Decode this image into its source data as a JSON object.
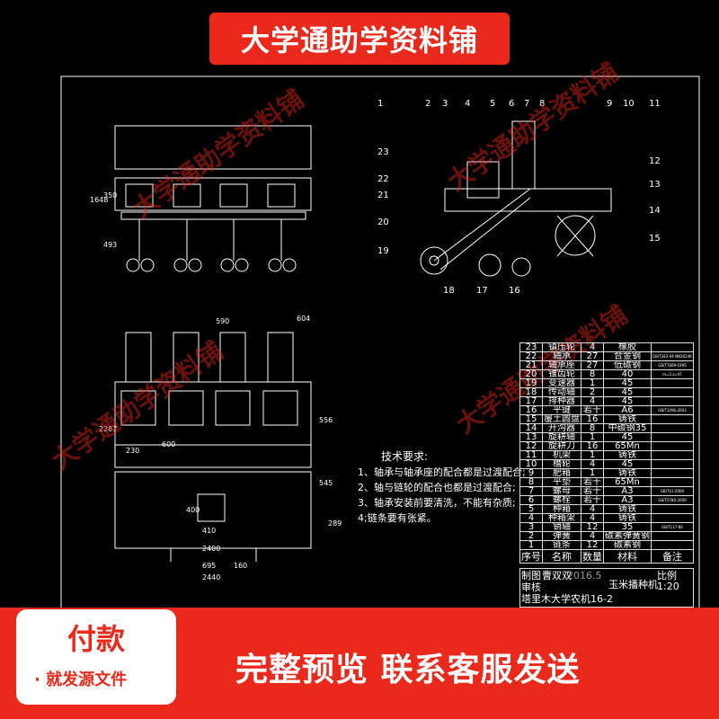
{
  "banner_top": "大学通助学资料铺",
  "watermark": "大学通助学资料铺",
  "colors": {
    "accent": "#e8291c",
    "background": "#000000",
    "lines": "#ffffff"
  },
  "drawing": {
    "leader_numbers": [
      "1",
      "2",
      "3",
      "4",
      "5",
      "6",
      "7",
      "8",
      "9",
      "10",
      "11",
      "12",
      "13",
      "14",
      "15",
      "16",
      "17",
      "18",
      "19",
      "20",
      "21",
      "22",
      "23"
    ],
    "dimensions": [
      "1648",
      "350",
      "493",
      "2287",
      "604",
      "590",
      "556",
      "600",
      "230",
      "545",
      "289",
      "400",
      "410",
      "2400",
      "695",
      "160",
      "2440"
    ]
  },
  "tech": {
    "title": "技术要求:",
    "items": [
      "1、轴承与轴承座的配合都是过渡配合;",
      "2、轴与链轮的配合也都是过渡配合;",
      "3、轴承安装前要清洗，不能有杂质;",
      "4;链条要有张紧。"
    ]
  },
  "parts": [
    {
      "no": "23",
      "name": "镇压轮",
      "qty": "4",
      "material": "橡胶",
      "note": ""
    },
    {
      "no": "22",
      "name": "轴承",
      "qty": "27",
      "material": "合金钢",
      "note": "GB/T283-94 NN3024K"
    },
    {
      "no": "21",
      "name": "轴承座",
      "qty": "27",
      "material": "低碳钢",
      "note": "GB/T7809-1995"
    },
    {
      "no": "20",
      "name": "锥齿轮",
      "qty": "8",
      "material": "40",
      "note": "m=2,z=47"
    },
    {
      "no": "19",
      "name": "变速器",
      "qty": "1",
      "material": "45",
      "note": ""
    },
    {
      "no": "18",
      "name": "传动轴",
      "qty": "2",
      "material": "45",
      "note": ""
    },
    {
      "no": "17",
      "name": "排种器",
      "qty": "4",
      "material": "45",
      "note": ""
    },
    {
      "no": "16",
      "name": "平键",
      "qty": "若干",
      "material": "A6",
      "note": "GB/T1096-2003"
    },
    {
      "no": "15",
      "name": "覆土圆盘",
      "qty": "16",
      "material": "铸铁",
      "note": ""
    },
    {
      "no": "14",
      "name": "开沟器",
      "qty": "8",
      "material": "中碳钢35",
      "note": ""
    },
    {
      "no": "13",
      "name": "旋耕轴",
      "qty": "1",
      "material": "45",
      "note": ""
    },
    {
      "no": "12",
      "name": "旋耕刀",
      "qty": "16",
      "material": "65Mn",
      "note": ""
    },
    {
      "no": "11",
      "name": "机架",
      "qty": "1",
      "material": "铸铁",
      "note": ""
    },
    {
      "no": "10",
      "name": "槽轮",
      "qty": "4",
      "material": "45",
      "note": ""
    },
    {
      "no": "9",
      "name": "肥箱",
      "qty": "1",
      "material": "铸铁",
      "note": ""
    },
    {
      "no": "8",
      "name": "平垫",
      "qty": "若干",
      "material": "65Mn",
      "note": ""
    },
    {
      "no": "7",
      "name": "螺母",
      "qty": "若干",
      "material": "A3",
      "note": "GB/T41-2000"
    },
    {
      "no": "6",
      "name": "螺栓",
      "qty": "若干",
      "material": "A3",
      "note": "GB/T5780-2000"
    },
    {
      "no": "5",
      "name": "种箱",
      "qty": "4",
      "material": "铸铁",
      "note": ""
    },
    {
      "no": "4",
      "name": "种箱架",
      "qty": "4",
      "material": "铸铁",
      "note": ""
    },
    {
      "no": "3",
      "name": "销轴",
      "qty": "12",
      "material": "35",
      "note": "GB/T117-86"
    },
    {
      "no": "2",
      "name": "弹簧",
      "qty": "4",
      "material": "碳素弹簧钢",
      "note": ""
    },
    {
      "no": "1",
      "name": "链条",
      "qty": "12",
      "material": "碳素钢",
      "note": ""
    }
  ],
  "parts_header": {
    "no": "序号",
    "name": "名称",
    "qty": "数量",
    "material": "材料",
    "note": "备注"
  },
  "title_block": {
    "drawn_label": "制图",
    "drawer": "曹双双",
    "date": "2016.5",
    "title": "玉米播种机",
    "scale": "比例1:20",
    "review_label": "审核",
    "school": "塔里木大学农机16-2"
  },
  "bottom": {
    "pay_title": "付款",
    "pay_sub": "· 就发源文件",
    "cta": "完整预览  联系客服发送"
  }
}
